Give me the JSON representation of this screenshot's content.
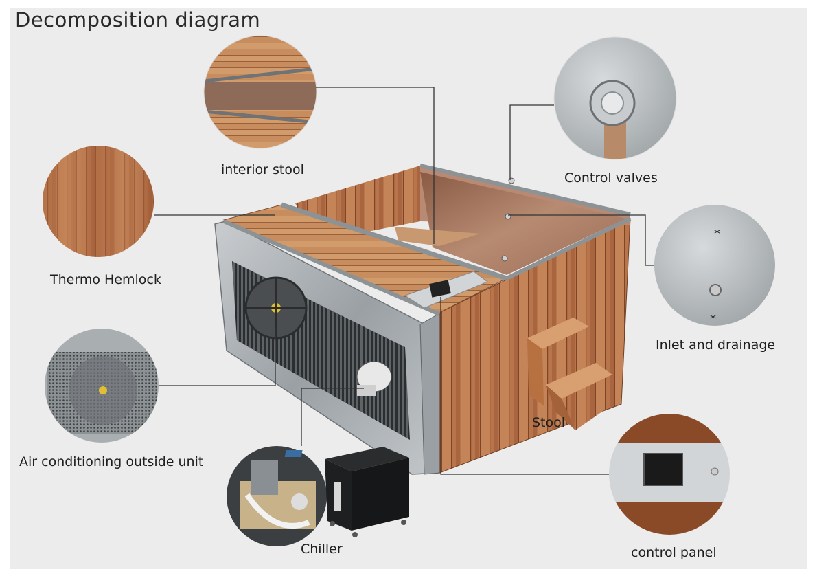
{
  "title": "Decomposition diagram",
  "callouts": {
    "interior_stool": "interior stool",
    "control_valves": "Control valves",
    "thermo_hemlock": "Thermo Hemlock",
    "inlet_drainage": "Inlet and drainage",
    "air_conditioning": "Air conditioning outside unit",
    "stool": "Stool",
    "chiller": "Chiller",
    "control_panel": "control panel"
  },
  "colors": {
    "background": "#ececec",
    "wood": "#b8744a",
    "wood_dark": "#8a4d2c",
    "steel": "#9ea3a6",
    "steel_dark": "#6e7377",
    "leader_line": "#333333"
  },
  "icons": {
    "valve": "valve-icon",
    "fan": "fan-icon",
    "chiller": "chiller-unit-icon"
  }
}
